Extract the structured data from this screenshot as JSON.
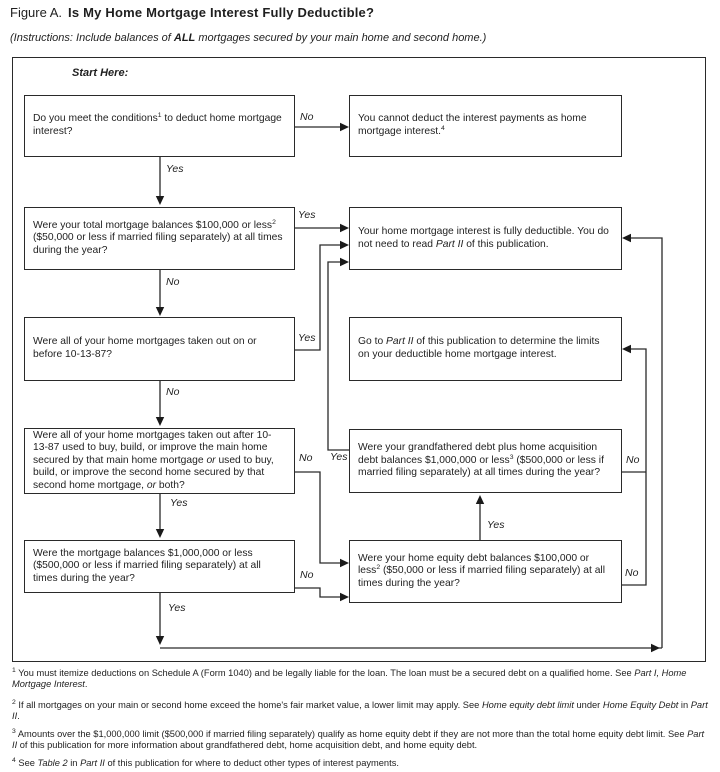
{
  "header": {
    "figure_label": "Figure A.",
    "title": "Is My Home Mortgage Interest Fully Deductible?",
    "instructions": [
      {
        "t": "(Instructions: Include balances of ",
        "i": true
      },
      {
        "t": "ALL",
        "i": true,
        "b": true
      },
      {
        "t": " mortgages secured by your main home and second home.)",
        "i": true
      }
    ]
  },
  "flowchart": {
    "start_here": "Start Here:",
    "boxes": {
      "q1": [
        {
          "t": "Do you meet the conditions"
        },
        {
          "t": "1",
          "sup": true
        },
        {
          "t": " to deduct home mortgage interest?"
        }
      ],
      "r_cannot": [
        {
          "t": "You cannot deduct the interest payments as home mortgage interest."
        },
        {
          "t": "4",
          "sup": true
        }
      ],
      "q2": [
        {
          "t": "Were your total mortgage balances $100,000 or less"
        },
        {
          "t": "2",
          "sup": true
        },
        {
          "t": " ($50,000 or less if married filing separately) at all times during the year?"
        }
      ],
      "r_full": [
        {
          "t": "Your home mortgage interest is fully deductible. You do not need to read "
        },
        {
          "t": "Part II",
          "i": true
        },
        {
          "t": " of this publication."
        }
      ],
      "q3": [
        {
          "t": "Were all of your home mortgages taken out on or before 10-13-87?"
        }
      ],
      "r_part2": [
        {
          "t": "Go to "
        },
        {
          "t": "Part II",
          "i": true
        },
        {
          "t": " of this publication to determine the limits on your deductible home mortgage interest."
        }
      ],
      "q4": [
        {
          "t": "Were all of your home mortgages taken out after 10-13-87 used to buy, build, or improve the main home secured by that main home mortgage "
        },
        {
          "t": "or",
          "i": true
        },
        {
          "t": " used to buy, build, or improve the second home secured by that second home mortgage, "
        },
        {
          "t": "or",
          "i": true
        },
        {
          "t": " both?"
        }
      ],
      "q_grandfathered": [
        {
          "t": "Were your grandfathered debt plus home acquisition debt balances $1,000,000 or less"
        },
        {
          "t": "3",
          "sup": true
        },
        {
          "t": " ($500,000 or less if married filing separately) at all times during the year?"
        }
      ],
      "q5": [
        {
          "t": "Were the mortgage balances $1,000,000 or less ($500,000 or less if married filing separately) at all times during the year?"
        }
      ],
      "q_home_equity": [
        {
          "t": "Were your home equity debt balances $100,000 or less"
        },
        {
          "t": "2",
          "sup": true
        },
        {
          "t": " ($50,000 or less if married filing separately) at all times during the year?"
        }
      ]
    },
    "labels": {
      "q1_yes": "Yes",
      "q1_no": "No",
      "q2_yes": "Yes",
      "q2_no": "No",
      "q3_yes": "Yes",
      "q3_no": "No",
      "q4_yes": "Yes",
      "q4_no": "No",
      "q5_yes": "Yes",
      "q5_no": "No",
      "grandfathered_yes": "Yes",
      "grandfathered_no": "No",
      "home_equity_yes": "Yes",
      "home_equity_no": "No"
    }
  },
  "footnotes": [
    [
      {
        "t": "1",
        "sup": true
      },
      {
        "t": " You must itemize deductions on Schedule A (Form 1040) and be legally liable for the loan. The loan must be a secured debt on a qualified home. See "
      },
      {
        "t": "Part I, Home Mortgage Interest",
        "i": true
      },
      {
        "t": "."
      }
    ],
    [
      {
        "t": "2",
        "sup": true
      },
      {
        "t": " If all mortgages on your main or second home exceed the home's fair market value, a lower limit may apply. See "
      },
      {
        "t": "Home equity debt limit",
        "i": true
      },
      {
        "t": " under "
      },
      {
        "t": "Home Equity Debt",
        "i": true
      },
      {
        "t": " in "
      },
      {
        "t": "Part II",
        "i": true
      },
      {
        "t": "."
      }
    ],
    [
      {
        "t": "3",
        "sup": true
      },
      {
        "t": " Amounts over the $1,000,000 limit ($500,000 if married filing separately) qualify as home equity debt if they are not more than the total home equity debt limit. See "
      },
      {
        "t": "Part II",
        "i": true
      },
      {
        "t": " of this publication for more information about grandfathered debt, home acquisition debt, and home equity debt."
      }
    ],
    [
      {
        "t": "4",
        "sup": true
      },
      {
        "t": " See "
      },
      {
        "t": "Table 2",
        "i": true
      },
      {
        "t": " in "
      },
      {
        "t": "Part II",
        "i": true
      },
      {
        "t": " of this publication for where to deduct other types of interest payments."
      }
    ]
  ]
}
